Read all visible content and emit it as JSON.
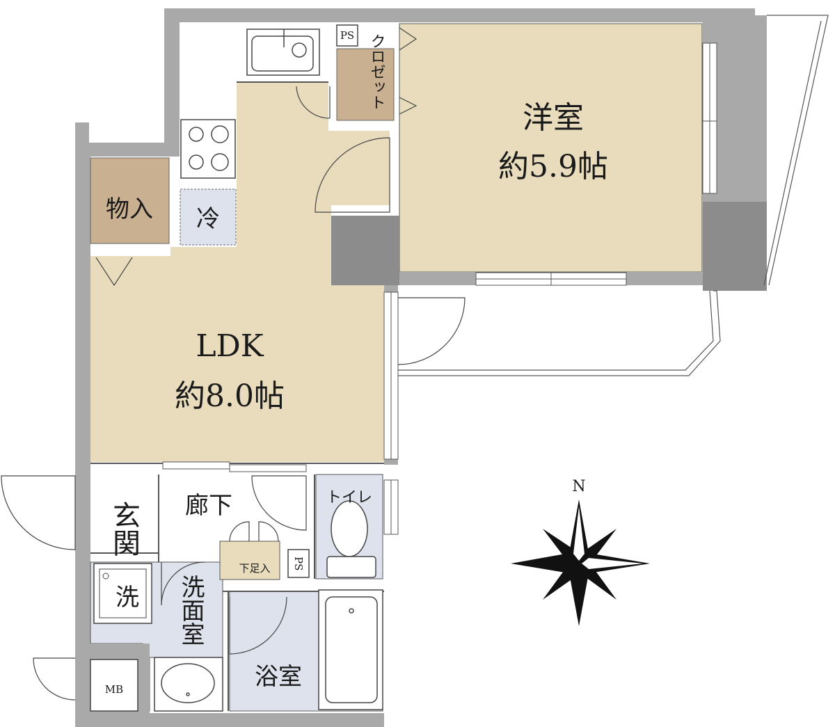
{
  "rooms": {
    "western": {
      "name": "洋室",
      "area": "約5.9帖"
    },
    "ldk": {
      "name": "LDK",
      "area": "約8.0帖"
    },
    "storage": "物入",
    "fridge": "冷",
    "closet": "クロゼット",
    "ps_top": "PS",
    "entrance": "玄関",
    "hallway": "廊下",
    "toilet": "トイレ",
    "shoe_storage": "下足入",
    "ps_mid": "PS",
    "washer": "洗",
    "washroom": "洗面室",
    "bathroom": "浴室",
    "mb": "MB"
  },
  "compass": {
    "north": "N"
  },
  "colors": {
    "wall": "#a9a9a9",
    "room_beige": "#e8dcbc",
    "storage_brown": "#c8b090",
    "wet_area_blue": "#dde2ec",
    "dark_column": "#8c8c8c"
  }
}
